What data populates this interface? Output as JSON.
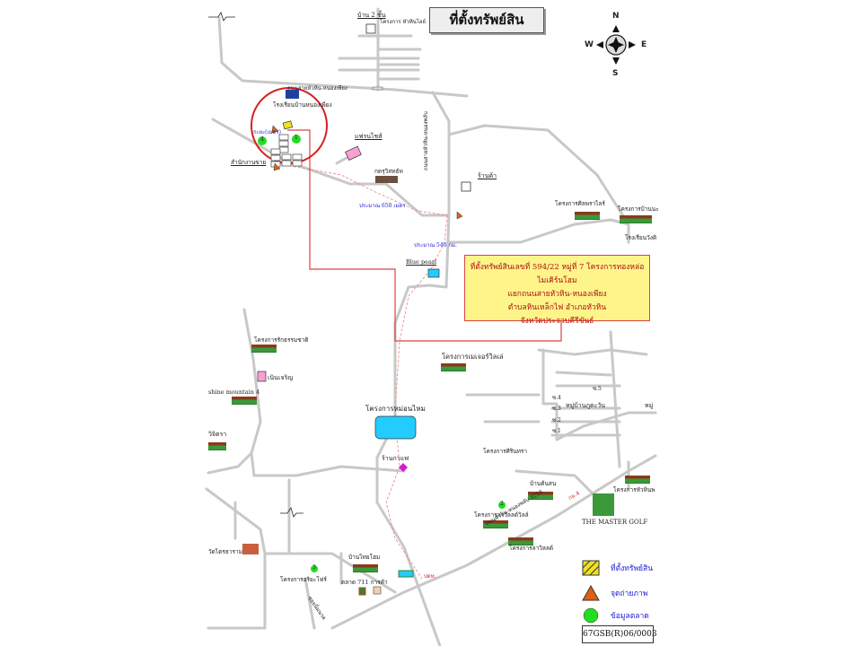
{
  "title": "ที่ตั้งทรัพย์สิน",
  "compass": {
    "n": "N",
    "s": "S",
    "e": "E",
    "w": "W"
  },
  "info_box": {
    "lines": [
      "ที่ตั้งทรัพย์สินเลขที่ 594/22 หมู่ที่ 7 โครงการทองหล่อไมเคิร์นโฮม",
      "แยกถนนสายหัวหิน-หนองเพียง",
      "ตำบลหินเหล็กไฟ อำเภอหัวหิน",
      "จังหวัดประจวบคีรีขันธ์"
    ]
  },
  "labels": {
    "house_2_storey": "บ้าน 2 ชั้น",
    "project_huahin_ville": "โครงการ หัวหินไอย์",
    "road_to_nongphiang": "ถนนสายหัวหิน-หนองเพียง",
    "school": "โรงเรียนบ้านหนองเพียง",
    "approx_m_left": "ระยะ(เมตร)",
    "office": "สำนักงานขาย",
    "shop_pink": "แฟรนไชส์",
    "temple_house": "กตรุวิสทธ์ท",
    "shop_right": "ร้านค้า",
    "road_vertical": "ถนนสายหัวหิน-หนองพลับ",
    "approx_650": "ประมาณ 650 เมตร",
    "approx_540": "ประมาณ 540 กม.",
    "blue_pearl": "Blue pearl",
    "project_silpakorn": "โครงการศิลพราไลร์",
    "project_banna": "โครงการบ้านนะ",
    "school_right": "โรงเรียนวังดิ",
    "project_rak_thammachat": "โครงการรักธรรมชาติ",
    "nern_charoen": "เนินเจริญ",
    "shine_mountain": "shine mountain 4",
    "wijitra": "วิจิตรา",
    "project_maejor": "โครงการเมเจอร์วิลเล่",
    "project_nongphai": "โครงการหม่อนไหม",
    "coffee_shop": "ร้านกาแฟ",
    "project_sirintra": "โครงการศิรินทรา",
    "village_sign": "หมู่บ้านภูตะวัน",
    "village_right": "หมู่",
    "soi": [
      "ซ.5",
      "ซ.4",
      "ซ.3",
      "ซ.2",
      "ซ.1"
    ],
    "baan_ton_san": "บ้านต้นสน",
    "project_lavender_valley": "โครงการลาวิลลด์วิลล์",
    "project_lavender": "โครงการลาวิลลด์",
    "project_huahin_right": "โครงการหัวหินพ",
    "master_golf": "THE MASTER GOLF",
    "km_sign": "กม.4",
    "road_main": "ถนนหัวหิน-หนองพลับ 3218",
    "wat": "วัดไตรธาราม",
    "baan_thai": "บ้านไทยโฮม",
    "project_ariya": "โครงการอริยะโฟร์",
    "market": "ตลาด 711 การค้า",
    "soi_bottom": "ซอยนิ่มนวล",
    "marker_1": "1",
    "marker_2": "2",
    "marker_3": "3",
    "marker_4": "4",
    "ptt": "ปตท."
  },
  "legend": [
    {
      "key": "property",
      "label": "ที่ตั้งทรัพย์สิน",
      "color": "#f0e020"
    },
    {
      "key": "photo-point",
      "label": "จุดถ่ายภาพ",
      "color": "#e06010"
    },
    {
      "key": "market-data",
      "label": "ข้อมูลตลาด",
      "color": "#22dd22"
    }
  ],
  "code": "67GSB(R)06/0003",
  "colors": {
    "road": "#c4c4c4",
    "route": "#e04040",
    "circle": "#d42020",
    "water": "#22ccff",
    "info_bg": "#fdf58a"
  }
}
